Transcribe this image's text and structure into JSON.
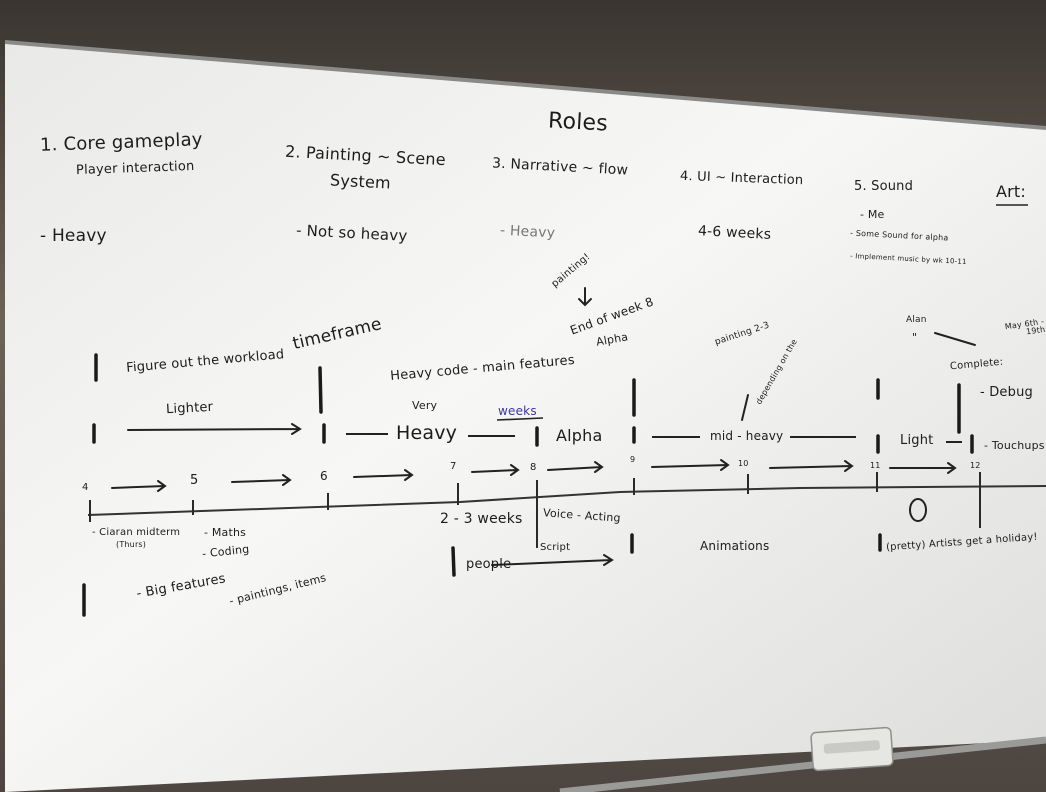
{
  "board": {
    "heading": "Roles",
    "roles": [
      {
        "line1": "1. Core gameplay",
        "line2": "Player interaction",
        "weight": "- Heavy"
      },
      {
        "line1": "2. Painting ~ Scene",
        "line2": "System",
        "weight": "- Not so heavy"
      },
      {
        "line1": "3. Narrative ~ flow",
        "line2": "",
        "weight": "- Heavy"
      },
      {
        "line1": "4. UI ~ Interaction",
        "line2": "",
        "weight": "4-6 weeks"
      },
      {
        "line1": "5. Sound",
        "line2": "",
        "weight": "- Me"
      }
    ],
    "sound_notes": [
      "- Some Sound for alpha",
      "- Implement music by wk 10-11"
    ],
    "art_label": "Art:",
    "timeframe": "timeframe",
    "figure_out": "Figure out the workload",
    "lighter": "Lighter",
    "heavy_code": "Heavy code - main features",
    "very": "Very",
    "weeks": "weeks",
    "heavy": "Heavy",
    "alpha": "Alpha",
    "painting_note": "painting!",
    "end_of_week": "End of week 8",
    "alpha_note": "Alpha",
    "painting_2_3": "painting 2-3",
    "depending": "depending on the",
    "mid_heavy": "mid - heavy",
    "light": "Light",
    "alan": "Alan",
    "alan_mark": "\"",
    "may_dates": "May 6th - 19th",
    "complete": "Complete:",
    "debug": "- Debug",
    "touchups": "- Touchups",
    "week_numbers": [
      "4",
      "5",
      "6",
      "7",
      "8",
      "9",
      "10",
      "11",
      "12"
    ],
    "ciaran": "- Ciaran midterm",
    "thurs": "(Thurs)",
    "maths": "- Maths",
    "coding": "- Coding",
    "two_three_weeks": "2 - 3 weeks",
    "voice_acting": "Voice - Acting",
    "people": "people",
    "script": "Script",
    "animations": "Animations",
    "zero": "0",
    "holiday": "(pretty) Artists get a holiday!",
    "big_features": "- Big features",
    "paintings_items": "- paintings, items"
  },
  "colors": {
    "ink": "#1c1c1c",
    "board": "#f2f2f0",
    "wall": "#5a524a"
  }
}
